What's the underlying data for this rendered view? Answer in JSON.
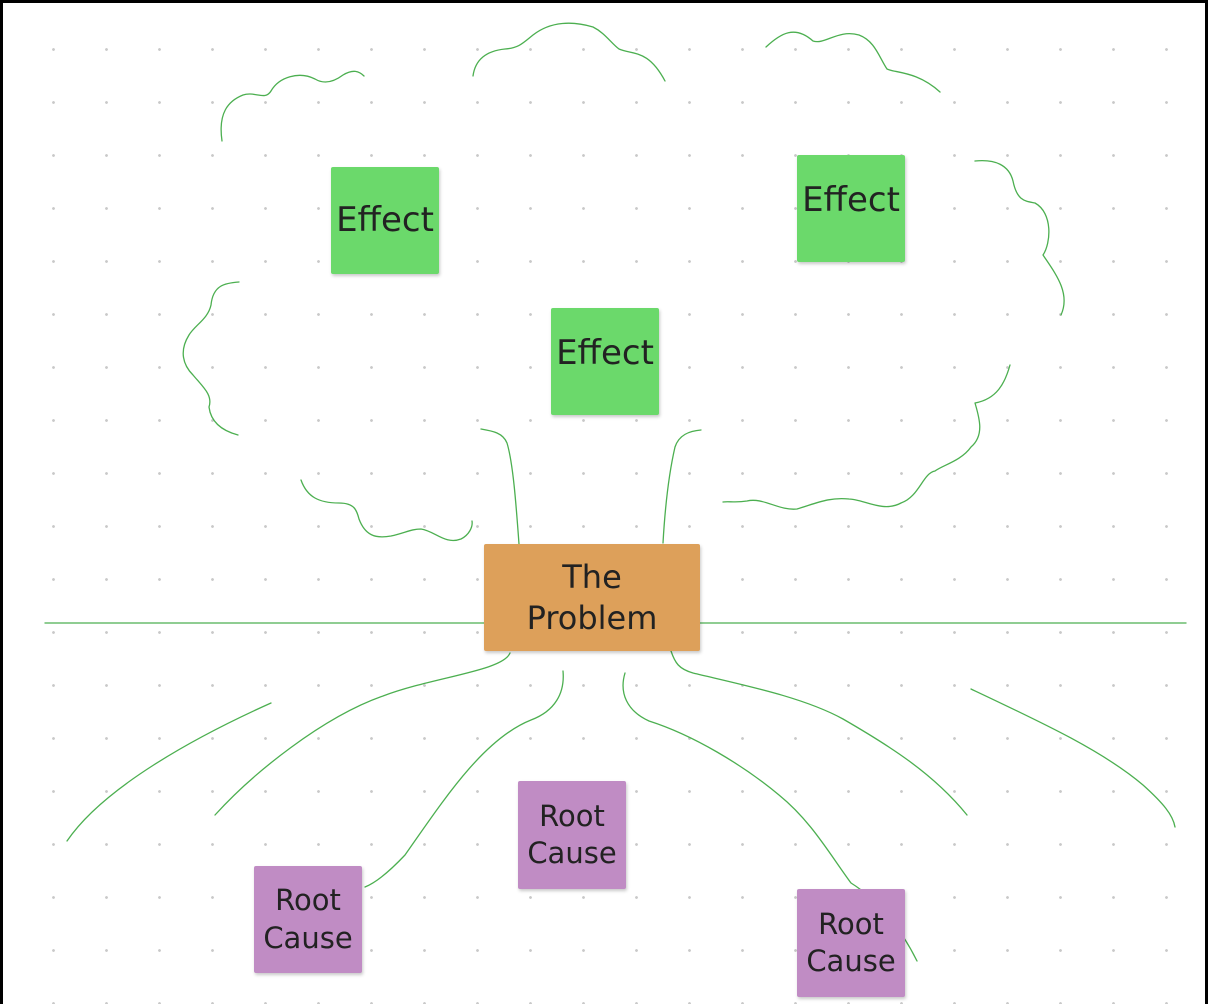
{
  "canvas": {
    "background": "#ffffff",
    "grid": "dotted",
    "grid_dot_color": "#c9c9c9",
    "stroke_color": "#4caf50"
  },
  "notes": {
    "effect_left": {
      "text": "Effect",
      "color": "#6bd96b"
    },
    "effect_center": {
      "text": "Effect",
      "color": "#6bd96b"
    },
    "effect_right": {
      "text": "Effect",
      "color": "#6bd96b"
    },
    "problem": {
      "text": "The\nProblem",
      "color": "#dda05a"
    },
    "cause_left": {
      "text": "Root\nCause",
      "color": "#c08cc4"
    },
    "cause_center": {
      "text": "Root\nCause",
      "color": "#c08cc4"
    },
    "cause_right": {
      "text": "Root\nCause",
      "color": "#c08cc4"
    }
  },
  "drawing": {
    "tree_canopy": "cloud-outline",
    "tree_trunk": "two-lines",
    "ground": "horizontal-line",
    "roots": "curved-lines"
  }
}
